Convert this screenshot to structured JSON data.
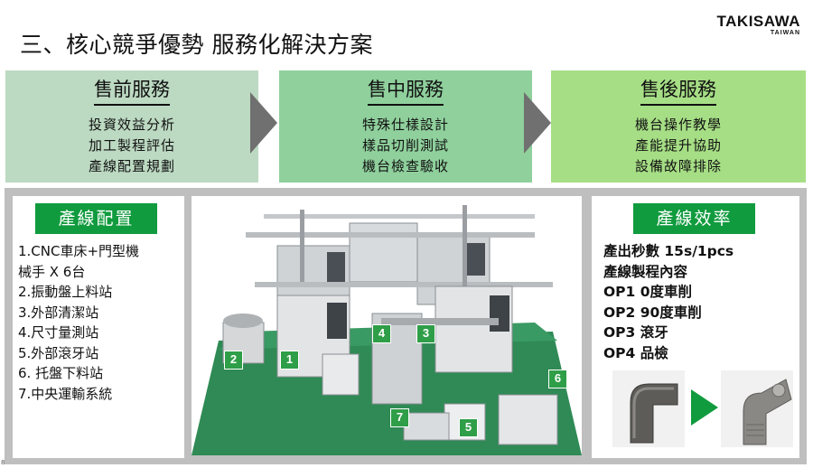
{
  "header": {
    "title": "三、核心競爭優勢 服務化解決方案",
    "logo_main": "TAKISAWA",
    "logo_sub": "TAIWAN"
  },
  "stages": [
    {
      "title": "售前服務",
      "items": [
        "投資效益分析",
        "加工製程評估",
        "產線配置規劃"
      ],
      "color": "#bcd9c2"
    },
    {
      "title": "售中服務",
      "items": [
        "特殊仕樣設計",
        "樣品切削測試",
        "機台檢查驗收"
      ],
      "color": "#8fd09c"
    },
    {
      "title": "售後服務",
      "items": [
        "機台操作教學",
        "產能提升協助",
        "設備故障排除"
      ],
      "color": "#a6de85"
    }
  ],
  "layout_panel": {
    "label": "產線配置",
    "items": [
      "1.CNC車床+門型機",
      "械手 X 6台",
      "2.振動盤上料站",
      "3.外部清潔站",
      "4.尺寸量測站",
      "5.外部滾牙站",
      "6. 托盤下料站",
      "7.中央運輸系統"
    ]
  },
  "machine_labels": [
    "1",
    "2",
    "3",
    "4",
    "5",
    "6",
    "7"
  ],
  "efficiency_panel": {
    "label": "產線效率",
    "items": [
      "產出秒數  15s/1pcs",
      "產線製程內容",
      "OP1 0度車削",
      "OP2 90度車削",
      "OP3 滾牙",
      "OP4 品檢"
    ]
  },
  "page_number": "8",
  "colors": {
    "accent_green": "#109b3e",
    "arrow_gray": "#707070",
    "panel_gray": "#bfbfbf"
  }
}
